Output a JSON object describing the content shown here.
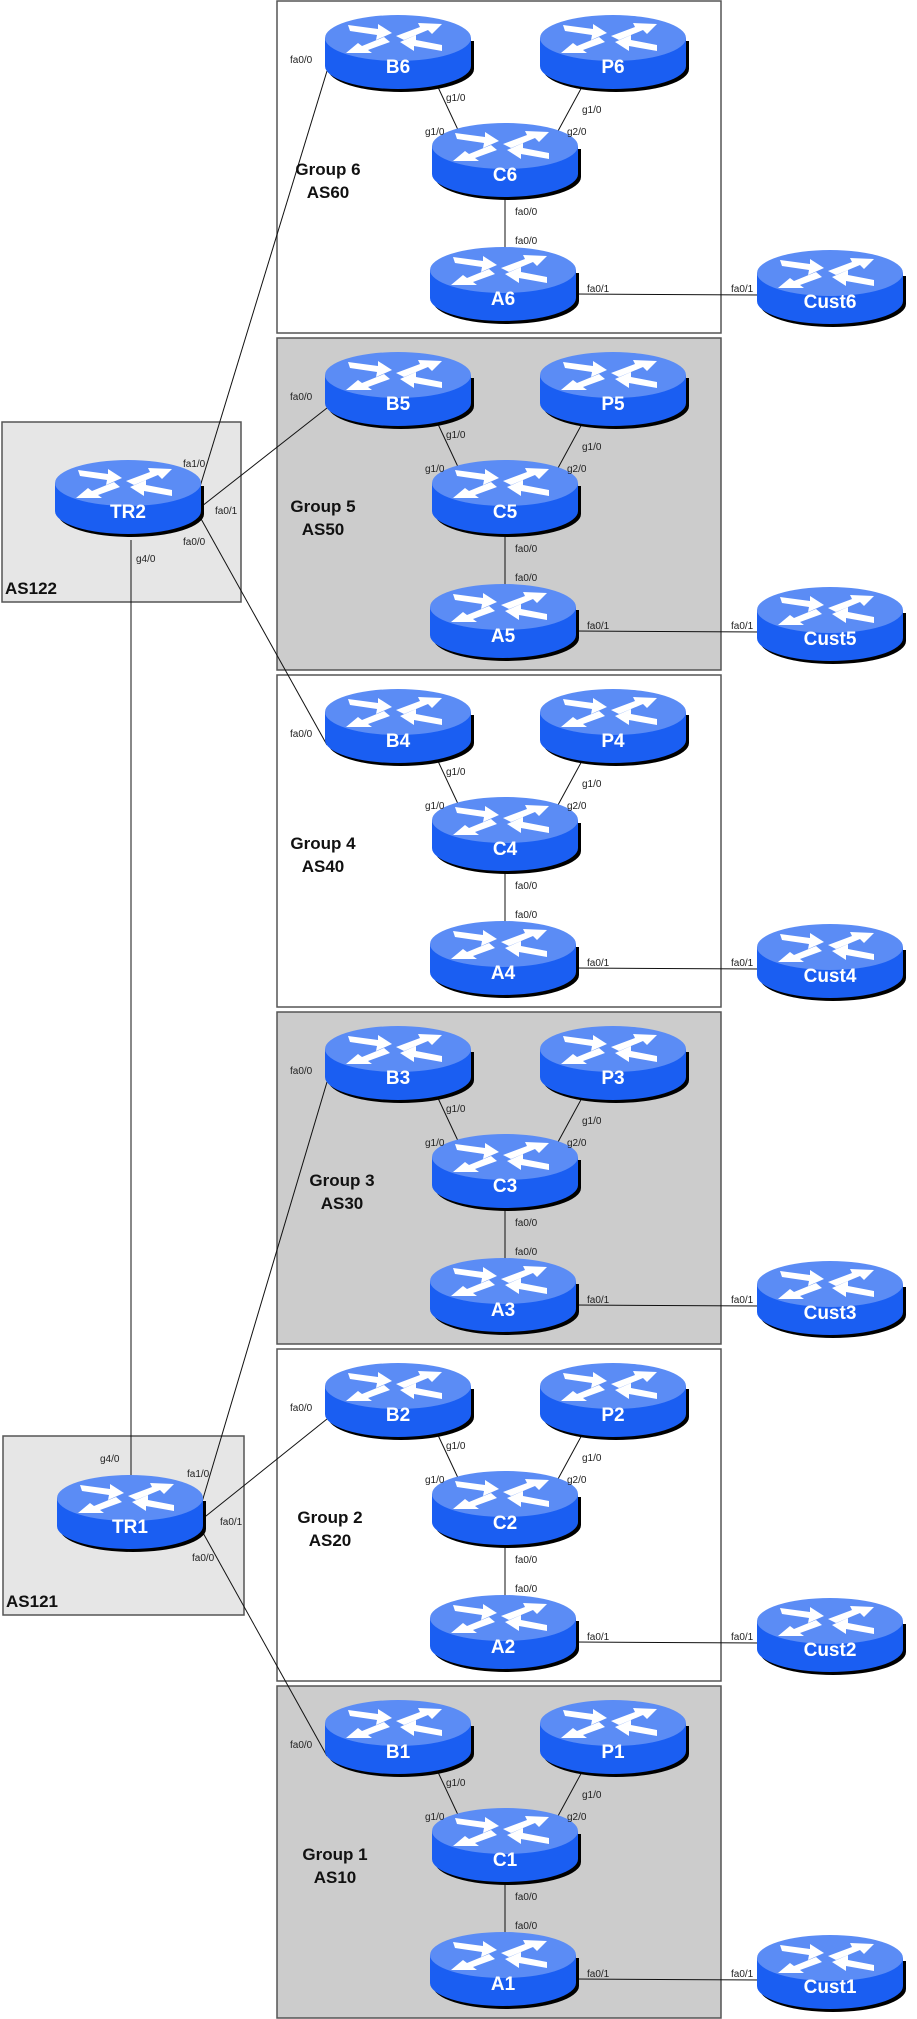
{
  "colors": {
    "router_top": "#5b8cf5",
    "router_side": "#1a5ef2",
    "router_shadow": "#000000",
    "group_gray": "#cccccc",
    "group_white": "#ffffff",
    "as_box": "#e6e6e6",
    "border": "#555555"
  },
  "transit": [
    {
      "id": "TR2",
      "label": "TR2",
      "as": "AS122",
      "ifaces": {
        "up": "fa1/0",
        "mid": "fa0/1",
        "down": "fa0/0",
        "vertical": "g4/0"
      }
    },
    {
      "id": "TR1",
      "label": "TR1",
      "as": "AS121",
      "ifaces": {
        "up": "fa1/0",
        "mid": "fa0/1",
        "down": "fa0/0",
        "vertical": "g4/0"
      }
    }
  ],
  "groups": [
    {
      "name": "Group 6",
      "as": "AS60",
      "shade": "white",
      "border_router": "B6",
      "peer": "P6",
      "core": "C6",
      "access": "A6",
      "customer": "Cust6",
      "uplink_from": "TR2",
      "uplink_port": "fa1/0"
    },
    {
      "name": "Group 5",
      "as": "AS50",
      "shade": "gray",
      "border_router": "B5",
      "peer": "P5",
      "core": "C5",
      "access": "A5",
      "customer": "Cust5",
      "uplink_from": "TR2",
      "uplink_port": "fa0/1"
    },
    {
      "name": "Group 4",
      "as": "AS40",
      "shade": "white",
      "border_router": "B4",
      "peer": "P4",
      "core": "C4",
      "access": "A4",
      "customer": "Cust4",
      "uplink_from": "TR2",
      "uplink_port": "fa0/0"
    },
    {
      "name": "Group 3",
      "as": "AS30",
      "shade": "gray",
      "border_router": "B3",
      "peer": "P3",
      "core": "C3",
      "access": "A3",
      "customer": "Cust3",
      "uplink_from": "TR1",
      "uplink_port": "fa1/0"
    },
    {
      "name": "Group 2",
      "as": "AS20",
      "shade": "white",
      "border_router": "B2",
      "peer": "P2",
      "core": "C2",
      "access": "A2",
      "customer": "Cust2",
      "uplink_from": "TR1",
      "uplink_port": "fa0/1"
    },
    {
      "name": "Group 1",
      "as": "AS10",
      "shade": "gray",
      "border_router": "B1",
      "peer": "P1",
      "core": "C1",
      "access": "A1",
      "customer": "Cust1",
      "uplink_from": "TR1",
      "uplink_port": "fa0/0"
    }
  ],
  "group_ifaces": {
    "b_uplink": "fa0/0",
    "b_to_c": "g1/0",
    "c_to_b": "g1/0",
    "p_to_c": "g1/0",
    "c_to_p": "g2/0",
    "c_to_a": "fa0/0",
    "a_to_c": "fa0/0",
    "a_to_cust": "fa0/1",
    "cust_to_a": "fa0/1"
  }
}
